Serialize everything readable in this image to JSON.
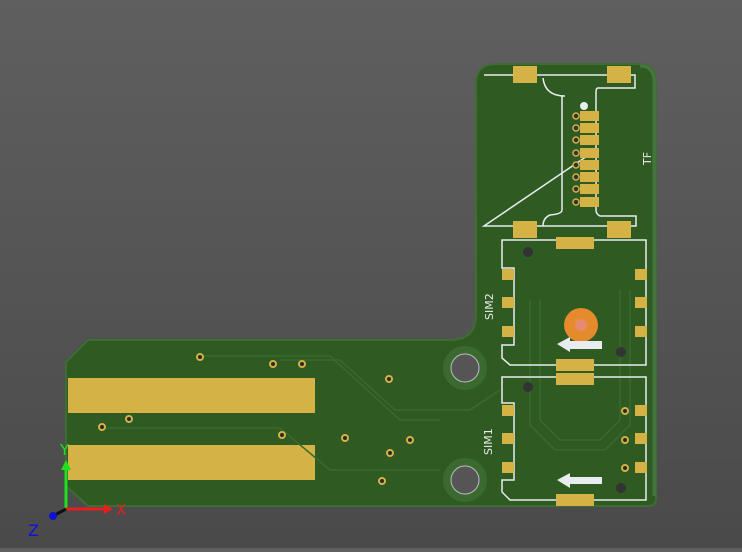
{
  "viewer": {
    "board_color": "#2f5a22",
    "pad_color": "#d4b246",
    "silk_color": "#e8ecef"
  },
  "silkscreen": {
    "tf_label": "TF",
    "sim2_label": "SIM2",
    "sim1_label": "SIM1"
  },
  "axes": {
    "x_label": "X",
    "y_label": "Y",
    "z_label": "Z"
  }
}
